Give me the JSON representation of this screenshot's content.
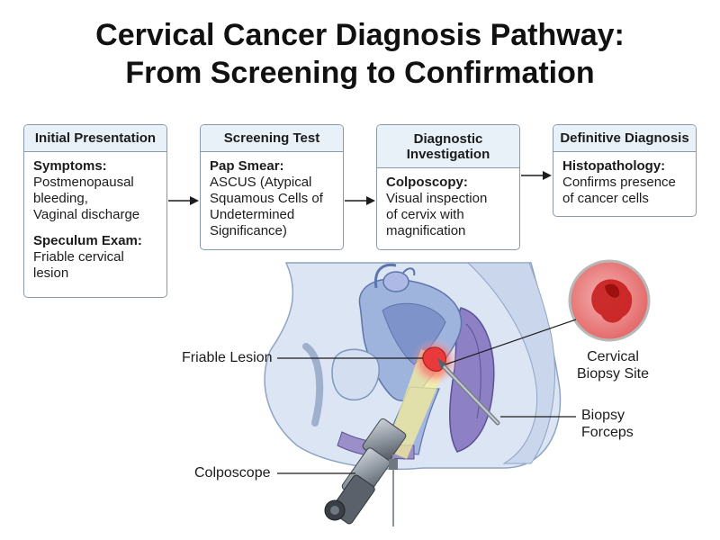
{
  "title": {
    "line1": "Cervical Cancer Diagnosis Pathway:",
    "line2": "From Screening to Confirmation"
  },
  "steps": [
    {
      "header": "Initial Presentation",
      "items": [
        {
          "label": "Symptoms:",
          "lines": [
            "Postmenopausal",
            "bleeding,",
            "Vaginal discharge"
          ]
        },
        {
          "label": "Speculum Exam:",
          "lines": [
            "Friable cervical",
            "lesion"
          ]
        }
      ]
    },
    {
      "header": "Screening Test",
      "items": [
        {
          "label": "Pap Smear:",
          "lines": [
            "ASCUS (Atypical",
            "Squamous Cells of",
            "Undetermined",
            "Significance)"
          ]
        }
      ]
    },
    {
      "header": "Diagnostic Investigation",
      "items": [
        {
          "label": "Colposcopy:",
          "lines": [
            "Visual inspection",
            "of cervix with",
            "magnification"
          ]
        }
      ]
    },
    {
      "header": "Definitive Diagnosis",
      "items": [
        {
          "label": "Histopathology:",
          "lines": [
            "Confirms presence",
            "of cancer cells"
          ]
        }
      ]
    }
  ],
  "callouts": {
    "friable_lesion": "Friable Lesion",
    "biopsy_site": [
      "Cervical",
      "Biopsy Site"
    ],
    "biopsy_forceps": [
      "Biopsy",
      "Forceps"
    ],
    "colposcope": "Colposcope"
  },
  "colors": {
    "box_border": "#8a9aae",
    "box_header": "#e8f0f8",
    "tissue_light": "#d2def0",
    "tissue_mid": "#8fa8d0",
    "lesion": "#d82a2a",
    "light_beam": "#f5ee9a"
  }
}
